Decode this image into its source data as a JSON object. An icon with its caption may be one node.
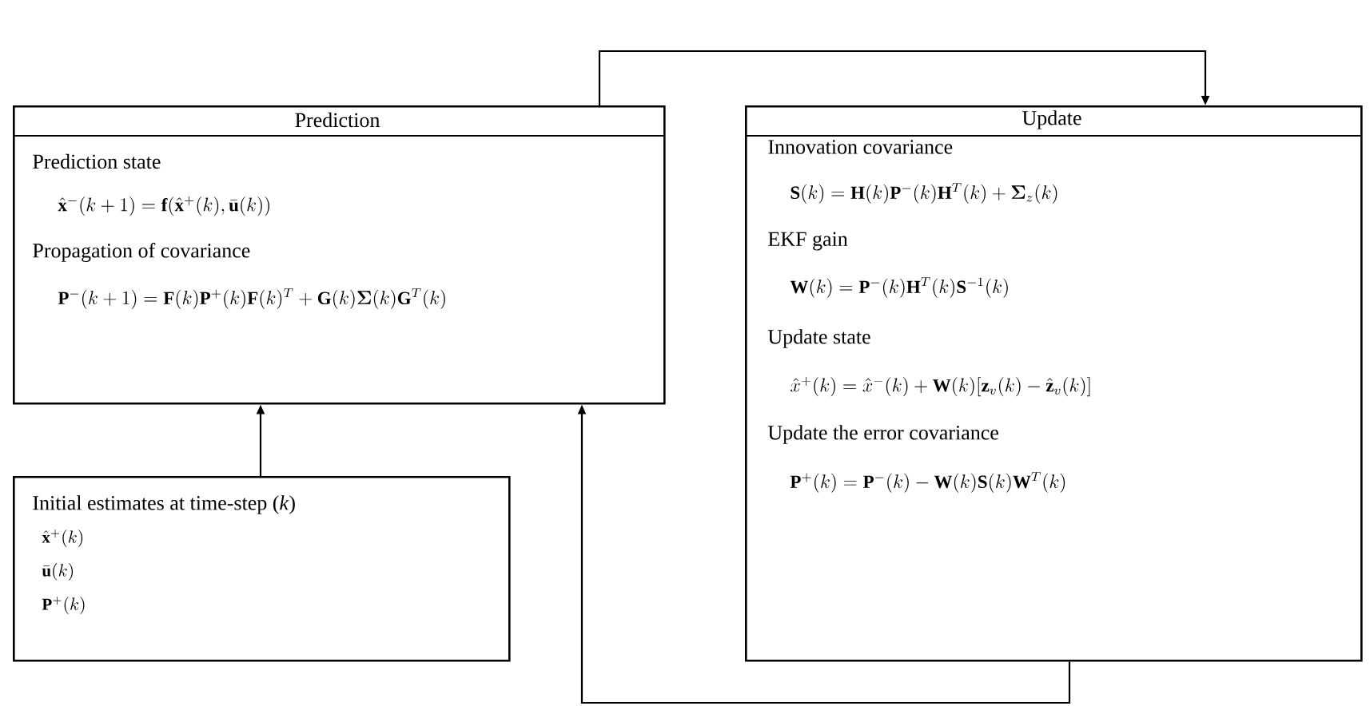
{
  "diagram": {
    "nodes": [
      {
        "text": [
          "Prediction",
          "Prediction state",
          "\\hat{\\mathbf{x}}^{-}(k+1)=\\mathbf{f}(\\hat{\\mathbf{x}}^{+}(k),\\bar{\\mathbf{u}}(k))",
          "Propagation of covariance",
          "\\mathbf{P}^{-}(k+1)=\\mathbf{F}(k)\\mathbf{P}^{+}(k)\\mathbf{F}(k)^{T}+\\mathbf{G}(k)\\boldsymbol{\\Sigma}(k)\\mathbf{G}^{T}(k)"
        ]
      },
      {
        "text": [
          "Update",
          "Innovation covariance",
          "\\mathbf{S}(k)=\\mathbf{H}(k)\\mathbf{P}^{-}(k)\\mathbf{H}^{T}(k)+\\boldsymbol{\\Sigma}_{z}(k)",
          "EKF gain",
          "\\mathbf{W}(k)=\\mathbf{P}^{-}(k)\\mathbf{H}^{T}(k)\\mathbf{S}^{-1}(k)",
          "Update state",
          "\\hat{x}^{+}(k)=\\hat{x}^{-}(k)+\\mathbf{W}(k)[\\mathbf{z}_{v}(k)-\\hat{\\mathbf{z}}_{v}(k)]",
          "Update the error covariance",
          "\\mathbf{P}^{+}(k)=\\mathbf{P}^{-}(k)-\\mathbf{W}(k)\\mathbf{S}(k)\\mathbf{W}^{T}(k)"
        ]
      },
      {
        "text": [
          "Initial estimates at time-step (*k*)",
          "\\hat{\\mathbf{x}}^{+}(k)",
          "\\bar{\\mathbf{u}}(k)",
          "\\mathbf{P}^{+}(k)"
        ]
      }
    ],
    "edges": [
      {
        "from": 0,
        "to": 1,
        "arrow": "to"
      },
      {
        "from": 1,
        "to": 0,
        "arrow": "to"
      },
      {
        "from": 2,
        "to": 0,
        "arrow": "to"
      }
    ]
  }
}
